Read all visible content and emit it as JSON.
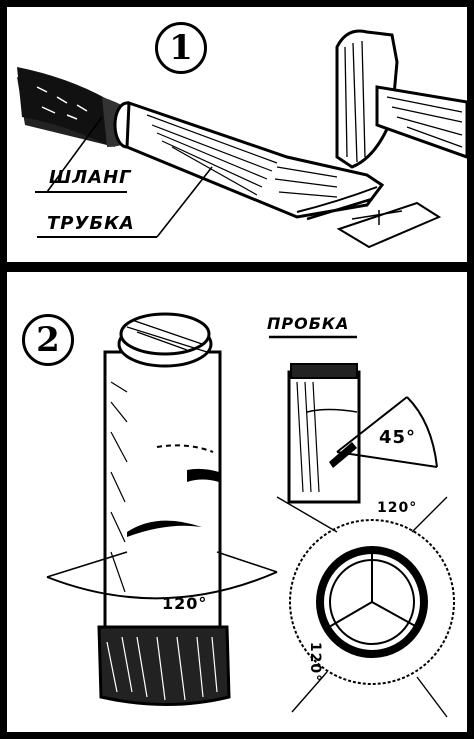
{
  "panel1": {
    "number": "1",
    "labels": {
      "hose": "ШЛАНГ",
      "tube": "ТРУБКА"
    }
  },
  "panel2": {
    "number": "2",
    "labels": {
      "plug": "ПРОБКА",
      "angle_120_side": "120°",
      "angle_45": "45°",
      "angle_120_top": "120°",
      "angle_120_bottom": "120°"
    }
  },
  "colors": {
    "ink": "#000000",
    "paper": "#ffffff",
    "frame": "#000000"
  }
}
